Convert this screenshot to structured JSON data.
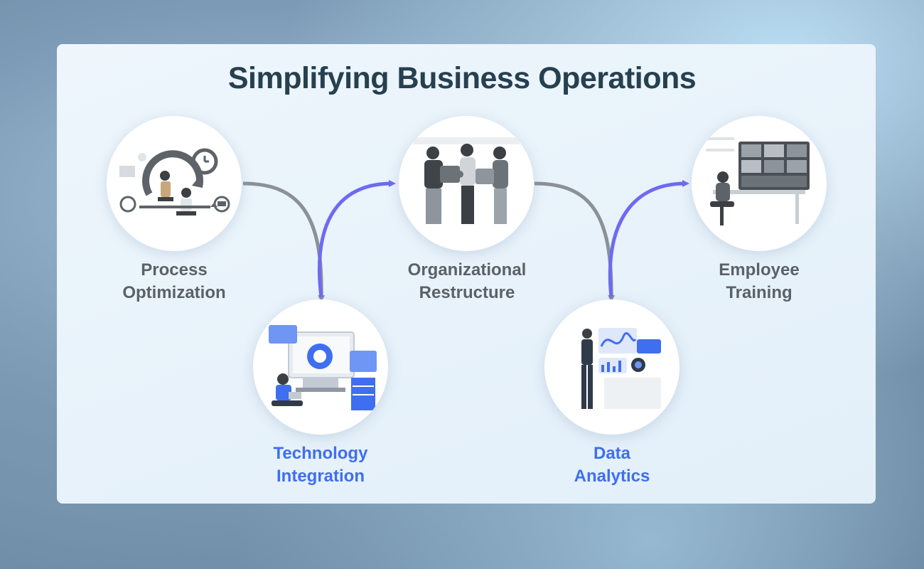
{
  "title": "Simplifying Business Operations",
  "steps": [
    {
      "line1": "Process",
      "line2": "Optimization",
      "icon": "process-cycle-icon"
    },
    {
      "line1": "Technology",
      "line2": "Integration",
      "icon": "api-integration-icon"
    },
    {
      "line1": "Organizational",
      "line2": "Restructure",
      "icon": "team-puzzle-icon"
    },
    {
      "line1": "Data",
      "line2": "Analytics",
      "icon": "analytics-dashboard-icon"
    },
    {
      "line1": "Employee",
      "line2": "Training",
      "icon": "video-training-icon"
    }
  ],
  "colors": {
    "title": "#264050",
    "label_gray": "#5a6169",
    "label_blue": "#3f6ef0",
    "arrow_gray": "#8a9197",
    "arrow_blue": "#6d6af2"
  }
}
